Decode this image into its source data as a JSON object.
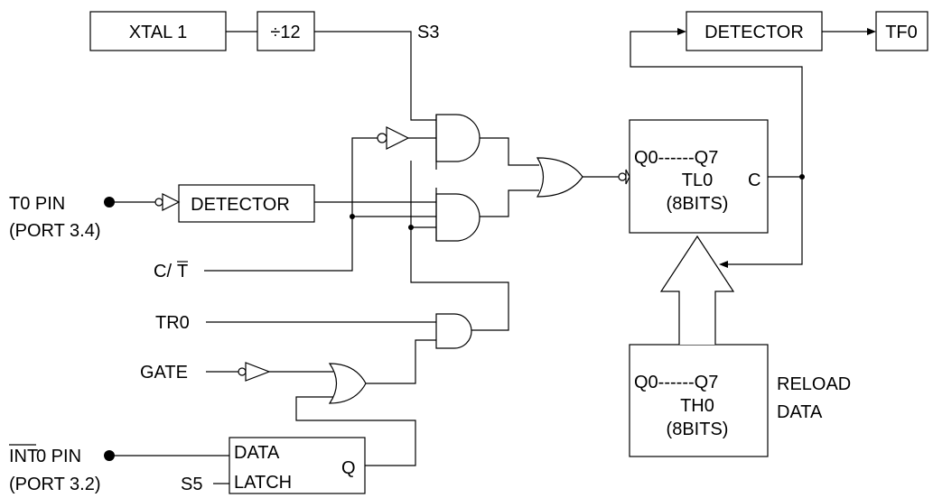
{
  "blocks": {
    "xtal": "XTAL 1",
    "divider": "÷12",
    "detector_t0": "DETECTOR",
    "detector_tf0": "DETECTOR",
    "tf0": "TF0",
    "tl0": {
      "range": "Q0------Q7",
      "name": "TL0",
      "size": "(8BITS)",
      "carry": "C"
    },
    "th0": {
      "range": "Q0------Q7",
      "name": "TH0",
      "size": "(8BITS)"
    },
    "latch": {
      "line1": "DATA",
      "line2": "LATCH",
      "output": "Q"
    }
  },
  "signals": {
    "s3": "S3",
    "t0_pin": "T0 PIN",
    "t0_port": "(PORT 3.4)",
    "c_t_prefix": "C/",
    "c_t_overbar": "T",
    "tr0": "TR0",
    "gate": "GATE",
    "int0_overbar": "INT",
    "int0_suffix": "0 PIN",
    "int0_port": "(PORT 3.2)",
    "s5": "S5"
  },
  "annotations": {
    "reload_line1": "RELOAD",
    "reload_line2": "DATA"
  }
}
